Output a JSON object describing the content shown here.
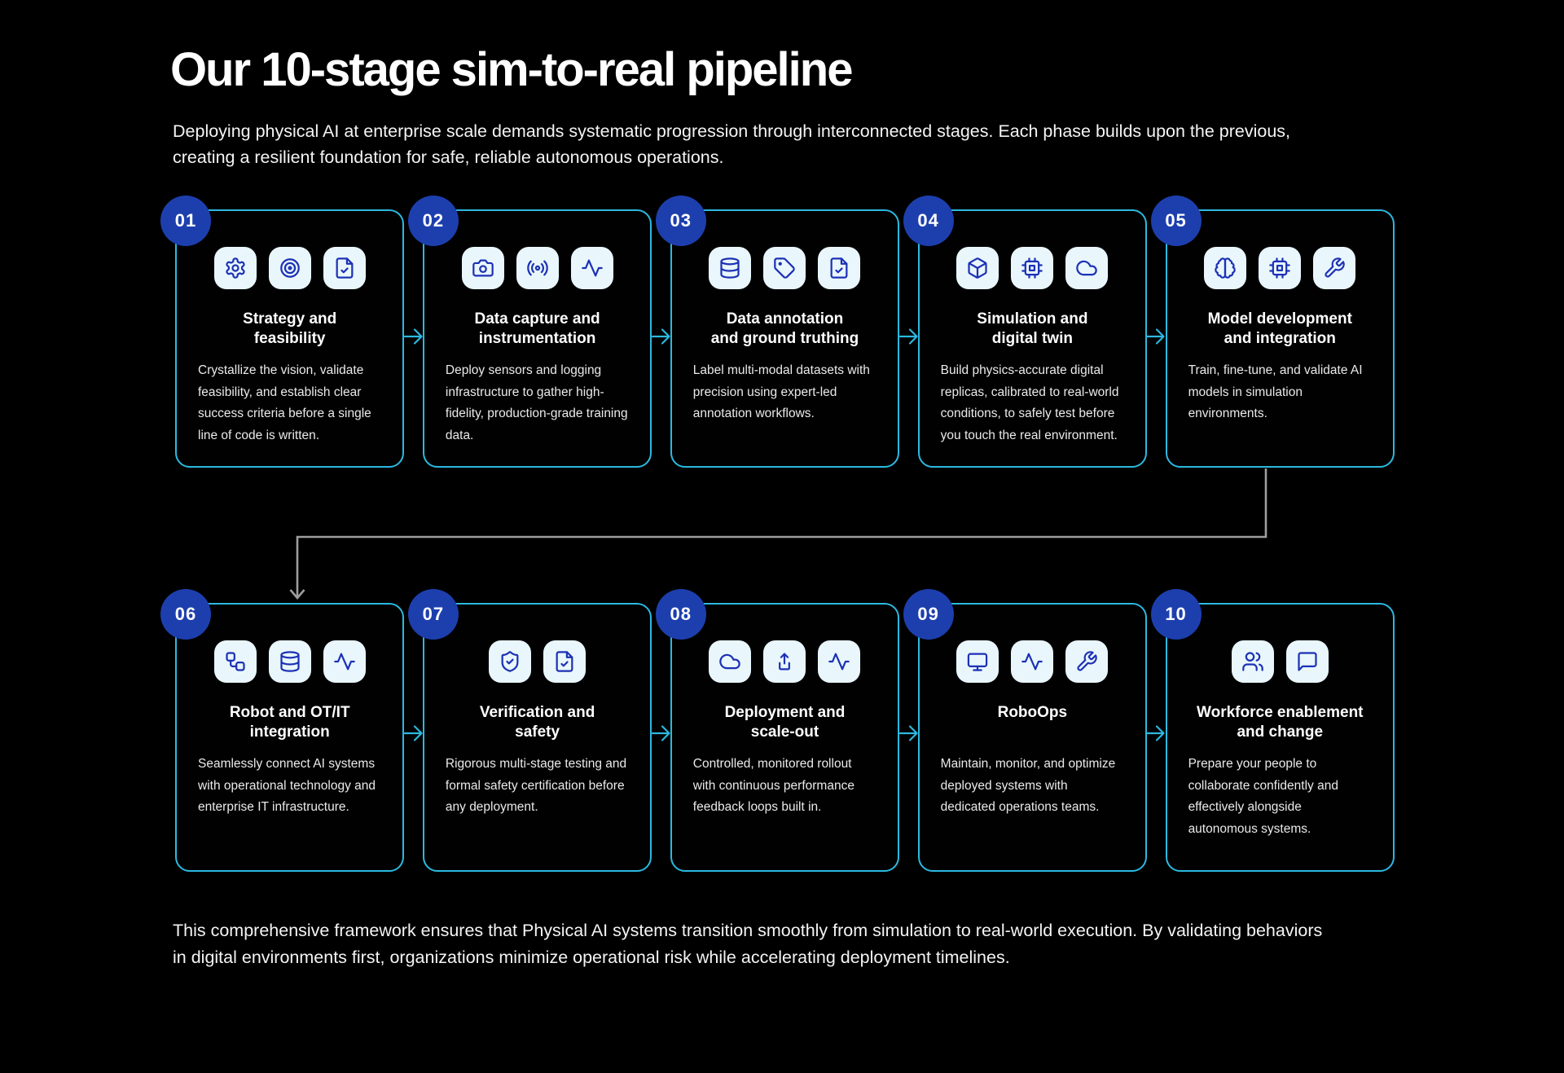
{
  "header": {
    "title": "Our 10-stage sim-to-real pipeline",
    "subtitle": "Deploying physical AI at enterprise scale demands systematic progression through interconnected stages. Each phase builds upon the previous, creating a resilient foundation for safe, reliable autonomous operations."
  },
  "footer": {
    "text": "This comprehensive framework ensures that Physical AI systems transition smoothly from simulation to real-world execution. By validating behaviors in digital environments first, organizations minimize operational risk while accelerating deployment timelines."
  },
  "colors": {
    "background": "#000000",
    "card_border": "#2cb9e0",
    "badge_background": "#1d3fae",
    "icon_tile_background": "#e9f6fb",
    "icon_stroke": "#1c31b5",
    "connector_gray": "#9e9e9e",
    "text_primary": "#ffffff",
    "text_secondary": "#eaeaea"
  },
  "stages": [
    {
      "number": "01",
      "title": "Strategy and\nfeasibility",
      "description": "Crystallize the vision, validate feasibility, and establish clear success criteria before a single line of code is written.",
      "icons": [
        "gear-icon",
        "target-icon",
        "file-check-icon"
      ]
    },
    {
      "number": "02",
      "title": "Data capture and\ninstrumentation",
      "description": "Deploy sensors and logging infrastructure to gather high-fidelity, production-grade training data.",
      "icons": [
        "camera-icon",
        "broadcast-icon",
        "activity-icon"
      ]
    },
    {
      "number": "03",
      "title": "Data annotation\nand ground truthing",
      "description": "Label multi-modal datasets with precision using expert-led annotation workflows.",
      "icons": [
        "database-icon",
        "tag-icon",
        "file-check-icon"
      ]
    },
    {
      "number": "04",
      "title": "Simulation and\ndigital twin",
      "description": "Build physics-accurate digital replicas, calibrated to real-world conditions, to safely test before you touch the real environment.",
      "icons": [
        "cube-icon",
        "chip-icon",
        "cloud-icon"
      ]
    },
    {
      "number": "05",
      "title": "Model development\nand integration",
      "description": "Train, fine-tune, and validate AI models in simulation environments.",
      "icons": [
        "brain-icon",
        "chip-icon",
        "wrench-icon"
      ]
    },
    {
      "number": "06",
      "title": "Robot and OT/IT\nintegration",
      "description": "Seamlessly connect AI systems with operational technology and enterprise IT infrastructure.",
      "icons": [
        "workflow-icon",
        "database-icon",
        "activity-icon"
      ]
    },
    {
      "number": "07",
      "title": "Verification and\nsafety",
      "description": "Rigorous multi-stage testing and formal safety certification before any deployment.",
      "icons": [
        "shield-check-icon",
        "file-check-icon"
      ]
    },
    {
      "number": "08",
      "title": "Deployment and\nscale-out",
      "description": "Controlled, monitored rollout with continuous performance feedback loops built in.",
      "icons": [
        "cloud-icon",
        "upload-icon",
        "activity-icon"
      ]
    },
    {
      "number": "09",
      "title": "RoboOps",
      "description": "Maintain, monitor, and optimize deployed systems with dedicated operations teams.",
      "icons": [
        "monitor-icon",
        "activity-icon",
        "wrench-icon"
      ]
    },
    {
      "number": "10",
      "title": "Workforce enablement\nand change",
      "description": "Prepare your people to collaborate confidently and effectively alongside autonomous systems.",
      "icons": [
        "users-icon",
        "message-square-icon"
      ]
    }
  ]
}
